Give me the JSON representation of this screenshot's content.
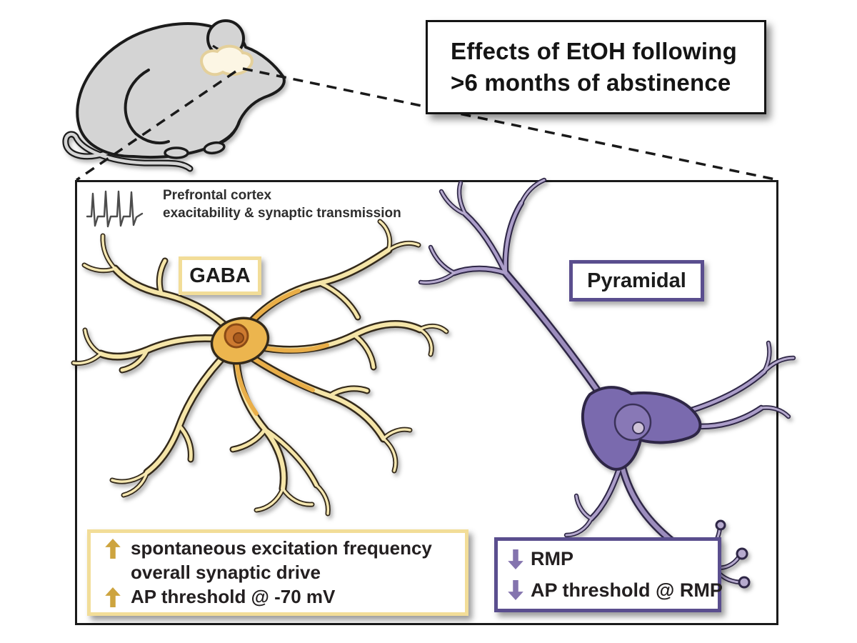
{
  "figure": {
    "title_box": {
      "line1": "Effects of EtOH following",
      "line2": ">6 months of abstinence"
    },
    "panel": {
      "header_line1": "Prefrontal cortex",
      "header_line2": "exacitability & synaptic transmission",
      "gaba_label": "GABA",
      "pyramidal_label": "Pyramidal"
    },
    "gaba_effects": {
      "items": [
        {
          "arrow": "up",
          "text": "spontaneous excitation frequency"
        },
        {
          "arrow": "none",
          "text": "overall synaptic drive"
        },
        {
          "arrow": "up",
          "text": "AP threshold @ -70 mV"
        }
      ]
    },
    "pyramidal_effects": {
      "items": [
        {
          "arrow": "down",
          "text": "RMP"
        },
        {
          "arrow": "down",
          "text": "AP threshold @ RMP"
        }
      ]
    },
    "icons": {
      "spike_train": "spike-train-icon",
      "up_arrow": "up-arrow-icon",
      "down_arrow": "down-arrow-icon",
      "mouse": "mouse-illustration",
      "brain": "brain-highlight"
    },
    "colors": {
      "background": "#ffffff",
      "outline": "#1a1a1a",
      "mouse_fill": "#d4d4d4",
      "brain_fill": "#fcf6e4",
      "brain_stroke": "#e4d09b",
      "gaba_border": "#f2dd98",
      "gaba_arrow": "#cda43f",
      "gaba_branch": "#f5e5a8",
      "gaba_soma": "#ecb54e",
      "gaba_nucleus": "#cd7a30",
      "pyramidal_border": "#5a4e8e",
      "pyramidal_arrow": "#8474ae",
      "pyramidal_soma": "#7a6aae",
      "pyramidal_branch": "#ab9dc9",
      "text": "#222222"
    }
  }
}
